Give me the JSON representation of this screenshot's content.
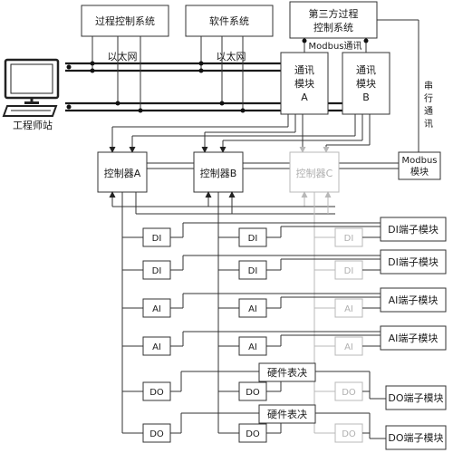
{
  "systems": {
    "process_control": "过程控制系统",
    "software": "软件系统",
    "third_party_line1": "第三方过程",
    "third_party_line2": "控制系统"
  },
  "network": {
    "ethernet_left": "以太网",
    "ethernet_right": "以太网",
    "modbus_comm": "Modbus通讯",
    "serial_comm_chars": [
      "串",
      "行",
      "通",
      "讯"
    ]
  },
  "engineer_station": "工程师站",
  "comm_modules": [
    {
      "line1": "通讯",
      "line2": "模块",
      "line3": "A"
    },
    {
      "line1": "通讯",
      "line2": "模块",
      "line3": "B"
    }
  ],
  "modbus_module": {
    "line1": "Modbus",
    "line2": "模块"
  },
  "controllers": [
    "控制器A",
    "控制器B",
    "控制器C"
  ],
  "io_rows": [
    "DI",
    "DI",
    "AI",
    "AI",
    "DO",
    "DO"
  ],
  "terminal_modules": [
    "DI端子模块",
    "DI端子模块",
    "AI端子模块",
    "AI端子模块",
    "DO端子模块",
    "DO端子模块"
  ],
  "hardware_voting": [
    "硬件表决",
    "硬件表决"
  ]
}
